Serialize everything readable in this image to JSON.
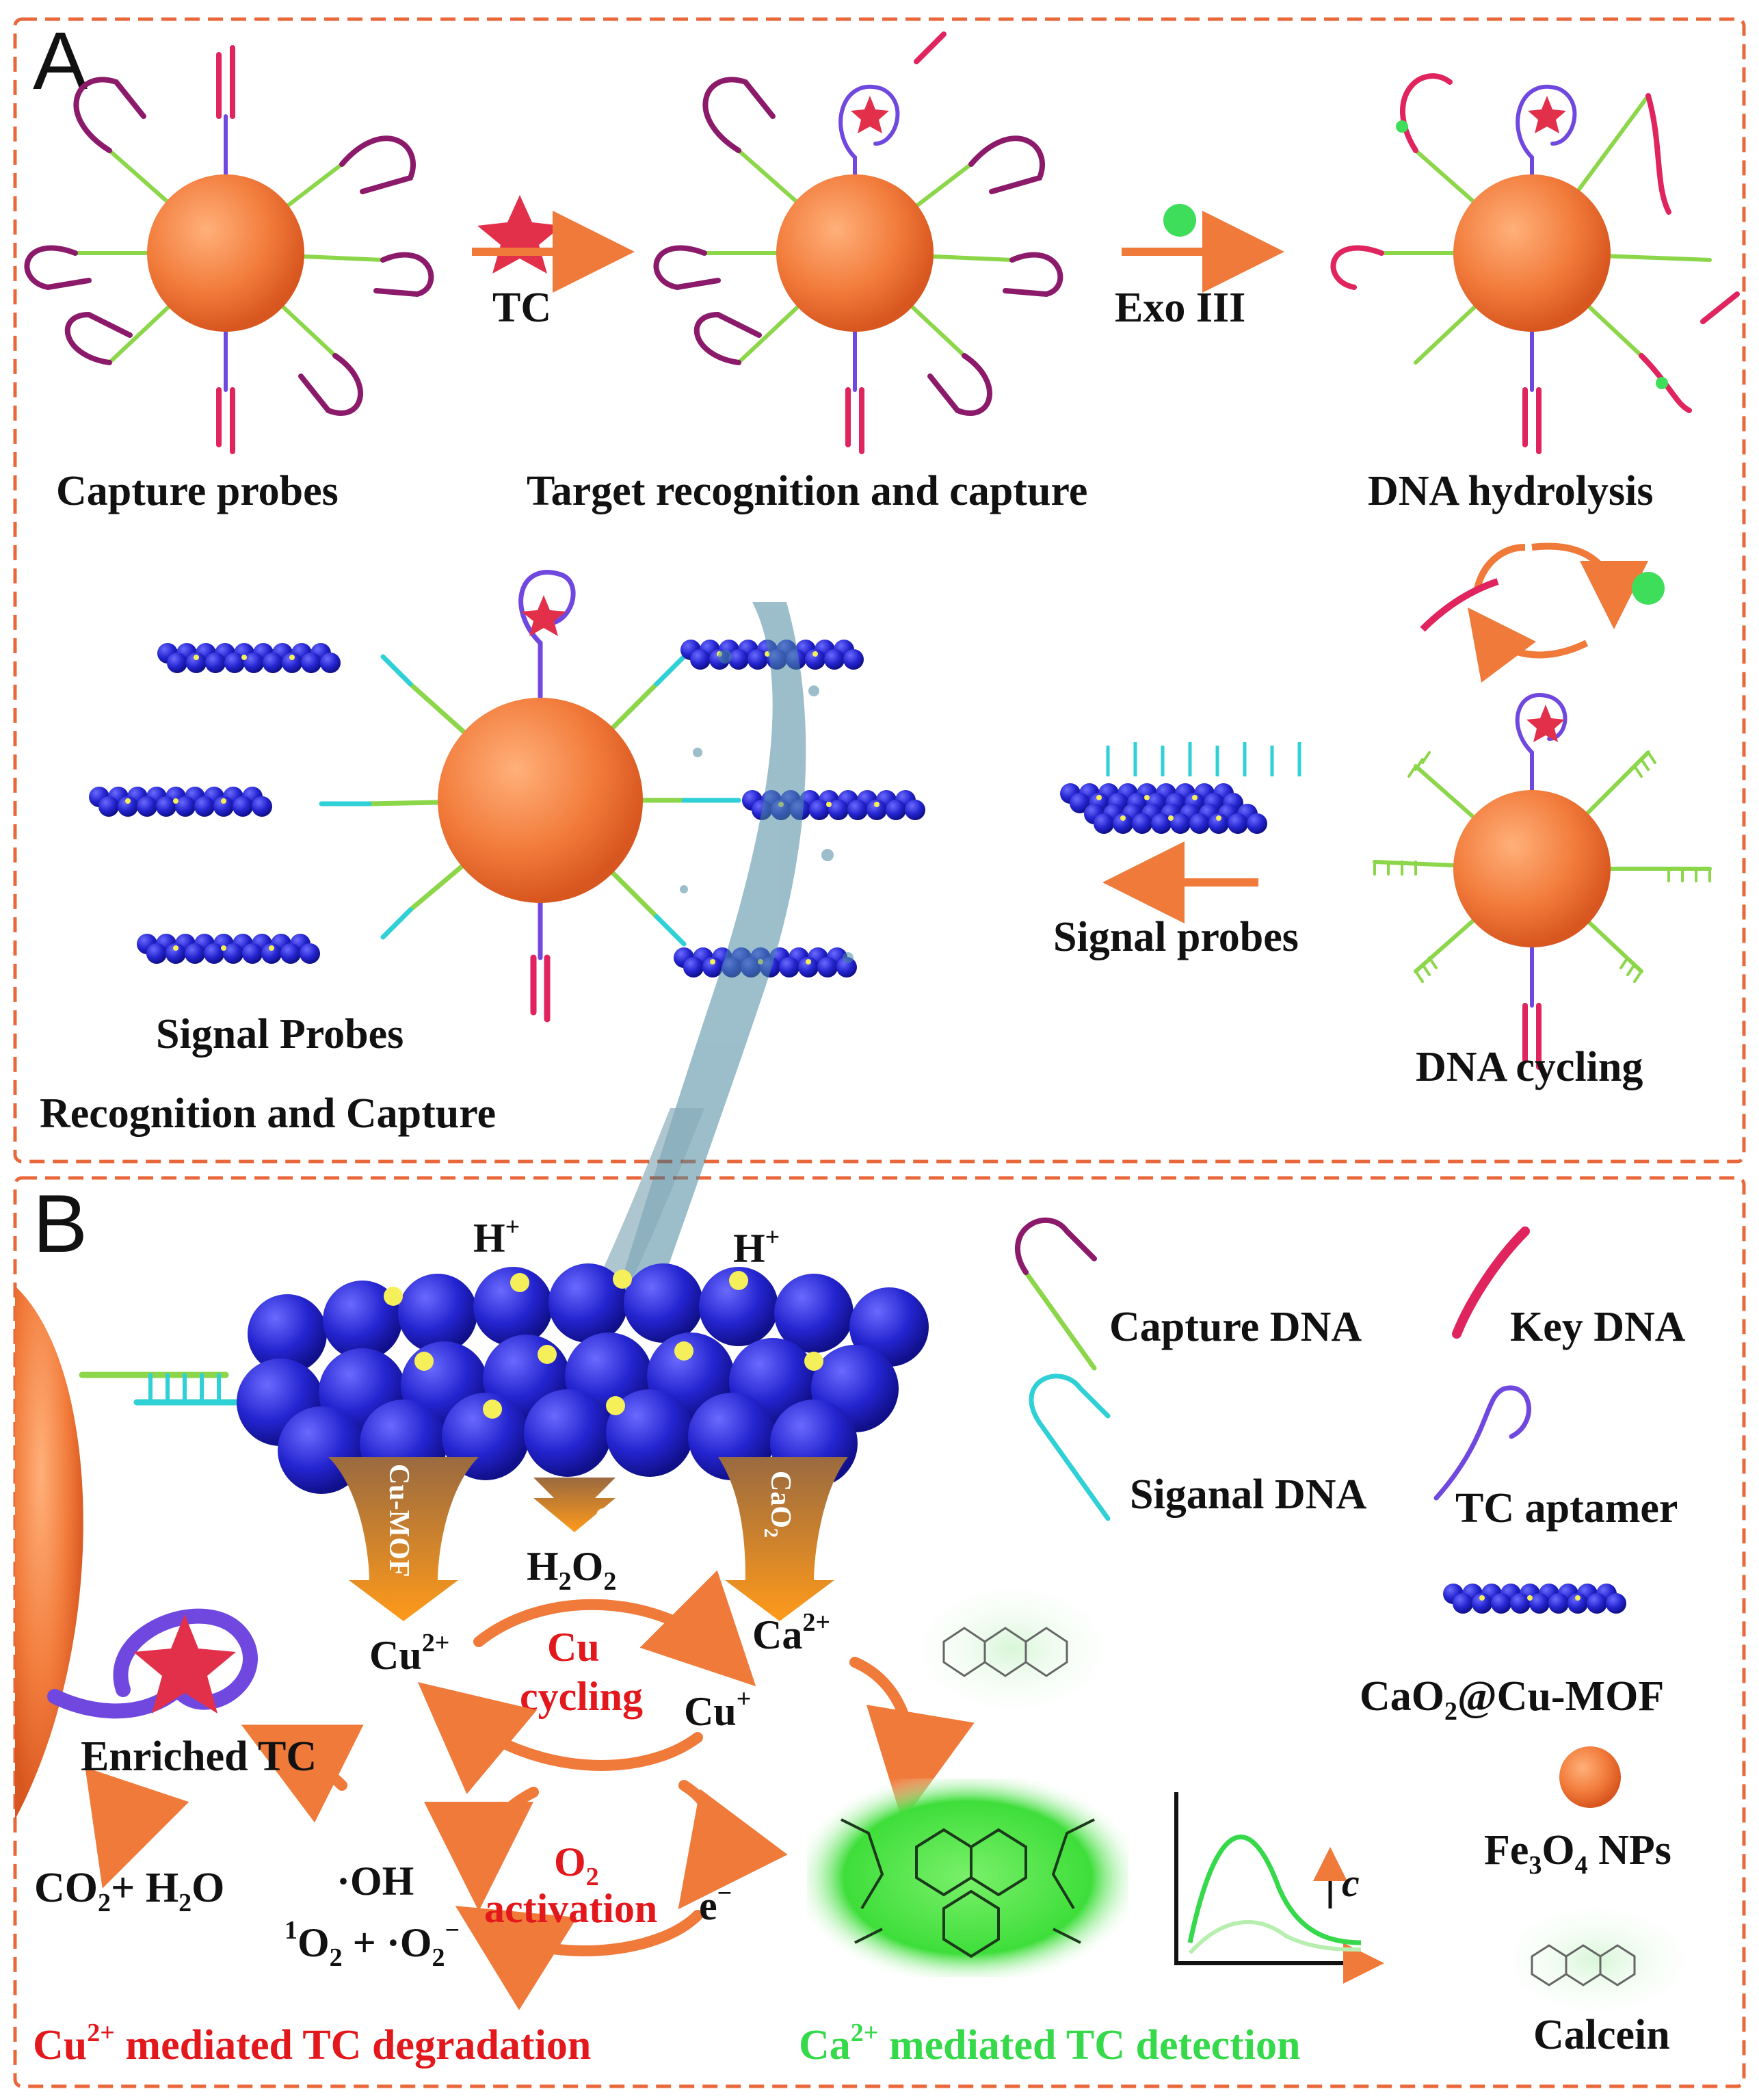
{
  "panel_a": {
    "letter": "A",
    "capture_probes": "Capture probes",
    "tc_arrow": "TC",
    "target_recognition": "Target recognition and capture",
    "exo_arrow": "Exo III",
    "dna_hydrolysis": "DNA hydrolysis",
    "signal_probes_small": "Signal probes",
    "dna_cycling": "DNA cycling",
    "signal_probes_cap": "Signal Probes",
    "recognition_capture": "Recognition and Capture"
  },
  "panel_b": {
    "letter": "B",
    "h_plus_left": "H",
    "h_plus_right": "H",
    "plus": "+",
    "cu_mof": "Cu-MOF",
    "cao2_arrow": "CaO",
    "o2_arrow": "O",
    "h2o2": "H",
    "cu2": "Cu",
    "cu_cycling_1": "Cu",
    "cu_cycling_2": "cycling",
    "cu_plus": "Cu",
    "ca2": "Ca",
    "enriched_tc": "Enriched TC",
    "o2_activation_1": "O",
    "o2_activation_2": "activation",
    "e_minus": "e",
    "oh": "·OH",
    "co2_h2o": "CO",
    "singlet": "O",
    "conc": "c",
    "cu_degradation": "Cu",
    "cu_degradation_text": " mediated TC degradation",
    "ca_detection": "Ca",
    "ca_detection_text": " mediated TC detection"
  },
  "legend": {
    "capture_dna": "Capture DNA",
    "key_dna": "Key DNA",
    "signal_dna": "Siganal DNA",
    "tc_aptamer": "TC aptamer",
    "cao2_cumof": "CaO",
    "fe3o4": "Fe",
    "calcein": "Calcein"
  },
  "colors": {
    "frame": "#e8683c",
    "sphere": "#f28a4a",
    "mof": "#2b2bd6",
    "capture_dna": "#8cd64a",
    "key_dna": "#e0245e",
    "signal_dna": "#2fd0d6",
    "aptamer": "#7048e0",
    "arrow": "#f07a3a",
    "red_text": "#e3181c",
    "green_text": "#35d94a"
  }
}
